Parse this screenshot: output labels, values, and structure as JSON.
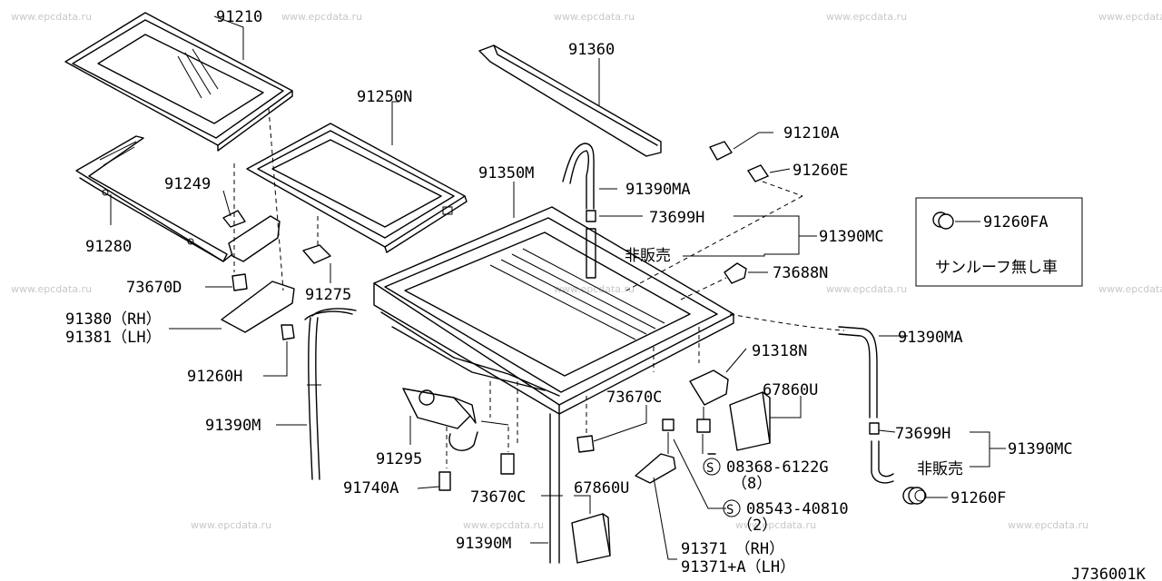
{
  "watermark": "www.epcdata.ru",
  "diagram_id": "J736001K",
  "parts": {
    "p91210": "91210",
    "p91250N": "91250N",
    "p91360": "91360",
    "p91210A": "91210A",
    "p91260E": "91260E",
    "p91249": "91249",
    "p91350M": "91350M",
    "p91390MA_top": "91390MA",
    "p73699H_top": "73699H",
    "p91390MC_top": "91390MC",
    "p_hihanbai_top": "非販売",
    "p91280": "91280",
    "p73670D": "73670D",
    "p91275": "91275",
    "p73688N": "73688N",
    "p91380": "91380（RH）",
    "p91381": "91381（LH）",
    "p91260H": "91260H",
    "p91390MA_right": "91390MA",
    "p91318N": "91318N",
    "p67860U_right": "67860U",
    "p73670C_a": "73670C",
    "p91390M_left": "91390M",
    "p73699H_right": "73699H",
    "p91390MC_right": "91390MC",
    "p_hihanbai_right": "非販売",
    "p08368": "08368-6122G",
    "p08368_qty": "（8）",
    "p91295": "91295",
    "p91260F": "91260F",
    "p91740A": "91740A",
    "p73670C_b": "73670C",
    "p67860U_bottom": "67860U",
    "p08543": "08543-40810",
    "p08543_qty": "（2）",
    "p91390M_bottom": "91390M",
    "p91371": "91371　（RH）",
    "p91371A": "91371+A（LH）"
  },
  "inset": {
    "part": "91260FA",
    "note": "サンルーフ無し車"
  },
  "screw_symbol": "S"
}
